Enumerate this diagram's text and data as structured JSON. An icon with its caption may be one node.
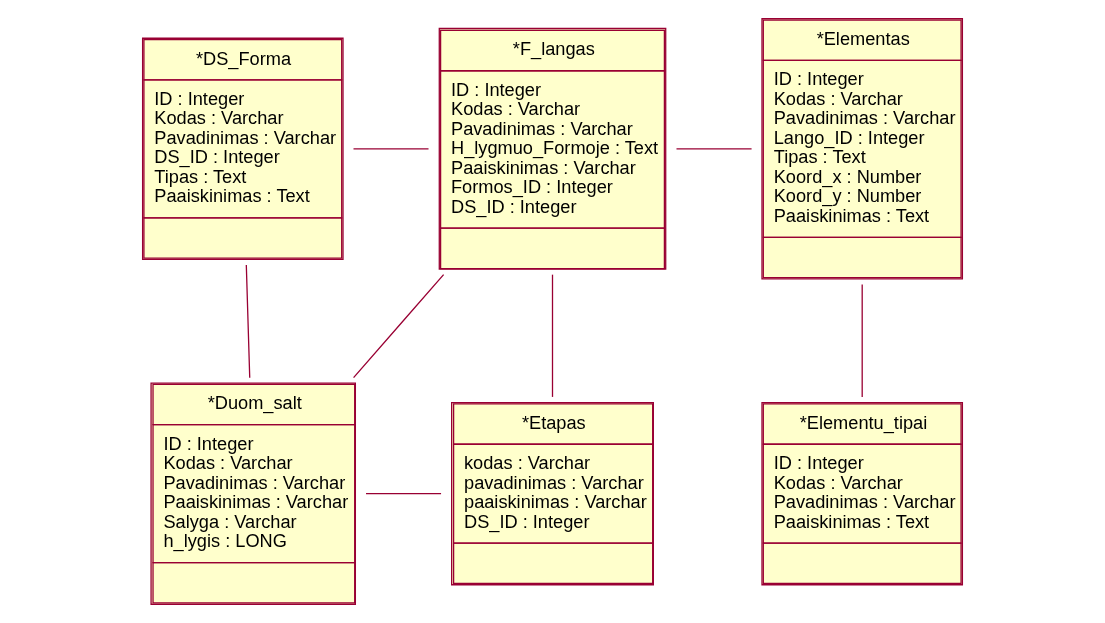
{
  "diagram": {
    "nodes": [
      {
        "text": [
          "*DS_Forma",
          "ID : Integer",
          "Kodas : Varchar",
          "Pavadinimas : Varchar",
          "DS_ID : Integer",
          "Tipas : Text",
          "Paaiskinimas : Text"
        ]
      },
      {
        "text": [
          "*F_langas",
          "ID : Integer",
          "Kodas : Varchar",
          "Pavadinimas : Varchar",
          "H_lygmuo_Formoje : Text",
          "Paaiskinimas : Varchar",
          "Formos_ID : Integer",
          "DS_ID : Integer"
        ]
      },
      {
        "text": [
          "*Elementas",
          "ID : Integer",
          "Kodas : Varchar",
          "Pavadinimas : Varchar",
          "Lango_ID : Integer",
          "Tipas : Text",
          "Koord_x : Number",
          "Koord_y : Number",
          "Paaiskinimas : Text"
        ]
      },
      {
        "text": [
          "*Duom_salt",
          "ID : Integer",
          "Kodas : Varchar",
          "Pavadinimas : Varchar",
          "Paaiskinimas : Varchar",
          "Salyga : Varchar",
          "h_lygis : LONG"
        ]
      },
      {
        "text": [
          "*Etapas",
          "kodas : Varchar",
          "pavadinimas : Varchar",
          "paaiskinimas : Varchar",
          "DS_ID : Integer"
        ]
      },
      {
        "text": [
          "*Elementu_tipai",
          "ID : Integer",
          "Kodas : Varchar",
          "Pavadinimas : Varchar",
          "Paaiskinimas : Text"
        ]
      }
    ],
    "edges": [
      {
        "from": 0,
        "to": 1,
        "arrow": "none"
      },
      {
        "from": 1,
        "to": 2,
        "arrow": "none"
      },
      {
        "from": 0,
        "to": 3,
        "arrow": "none"
      },
      {
        "from": 1,
        "to": 3,
        "arrow": "none"
      },
      {
        "from": 1,
        "to": 4,
        "arrow": "none"
      },
      {
        "from": 3,
        "to": 4,
        "arrow": "none"
      },
      {
        "from": 2,
        "to": 5,
        "arrow": "none"
      }
    ]
  }
}
